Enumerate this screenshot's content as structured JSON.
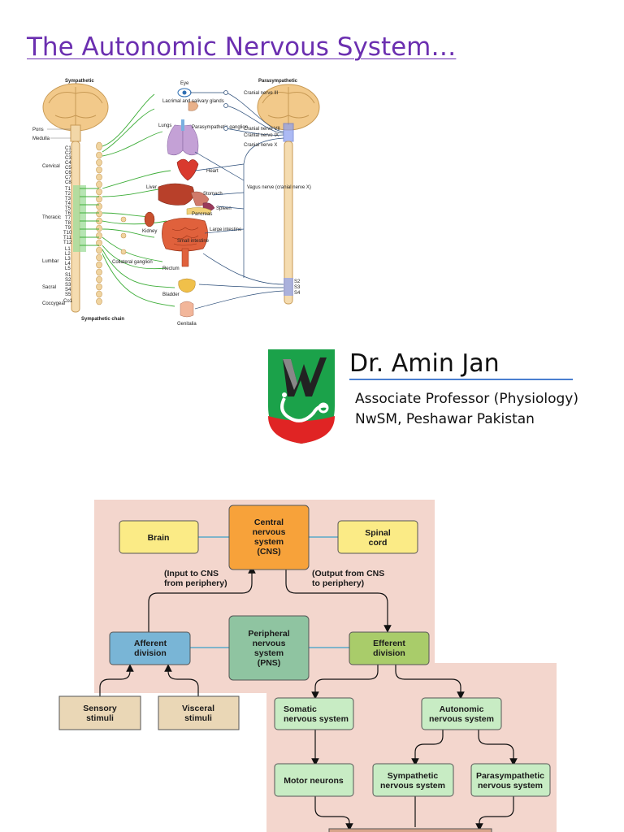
{
  "page": {
    "title": "The Autonomic Nervous System…"
  },
  "author": {
    "name": "Dr. Amin Jan",
    "role": "Associate Professor (Physiology)",
    "org": "NwSM, Peshawar Pakistan"
  },
  "anatomy": {
    "sympathetic": "Sympathetic",
    "parasympathetic": "Parasympathetic",
    "pons": "Pons",
    "medulla": "Medulla",
    "regions": [
      "Cervical",
      "Thoracic",
      "Lumbar",
      "Sacral",
      "Coccygeal"
    ],
    "segments": [
      "C1",
      "C2",
      "C3",
      "C4",
      "C5",
      "C6",
      "C7",
      "C8",
      "T1",
      "T2",
      "T3",
      "T4",
      "T5",
      "T6",
      "T7",
      "T8",
      "T9",
      "T10",
      "T11",
      "T12",
      "L1",
      "L2",
      "L3",
      "L4",
      "L5",
      "S1",
      "S2",
      "S3",
      "S4",
      "S5",
      "Co1"
    ],
    "organs": [
      "Eye",
      "Lacrimal and salivary glands",
      "Lungs",
      "Heart",
      "Liver",
      "Stomach",
      "Pancreas",
      "Spleen",
      "Kidney",
      "Large intestine",
      "Small intestine",
      "Rectum",
      "Bladder",
      "Genitalia"
    ],
    "parasym_ganglion": "Parasympathetic ganglion",
    "collateral_ganglion": "Collateral ganglion",
    "sympathetic_chain": "Sympathetic chain",
    "cranial_nerves": [
      "Cranial nerve III",
      "Cranial nerve VII",
      "Cranial nerve IX",
      "Cranial nerve X"
    ],
    "vagus": "Vagus nerve (cranial nerve X)",
    "sacral": [
      "S2",
      "S3",
      "S4"
    ]
  },
  "flowchart": {
    "cns": [
      "Central",
      "nervous",
      "system",
      "(CNS)"
    ],
    "brain": "Brain",
    "spinal": [
      "Spinal",
      "cord"
    ],
    "input": [
      "(Input to CNS",
      "from periphery)"
    ],
    "output": [
      "(Output from CNS",
      "to periphery)"
    ],
    "afferent": [
      "Afferent",
      "division"
    ],
    "pns": [
      "Peripheral",
      "nervous",
      "system",
      "(PNS)"
    ],
    "efferent": [
      "Efferent",
      "division"
    ],
    "sensory": [
      "Sensory",
      "stimuli"
    ],
    "visceral": [
      "Visceral",
      "stimuli"
    ],
    "somatic": [
      "Somatic",
      "nervous system"
    ],
    "autonomic": [
      "Autonomic",
      "nervous system"
    ],
    "motor": "Motor neurons",
    "sympathetic": [
      "Sympathetic",
      "nervous system"
    ],
    "parasympathetic": [
      "Parasympathetic",
      "nervous system"
    ]
  },
  "colors": {
    "cns": "#f7a23a",
    "yellow": "#fbeb86",
    "afferent": "#79b5d6",
    "pns": "#8fc4a1",
    "efferent": "#a9cc6a",
    "green_light": "#c8ecc4",
    "tan": "#ead7b6",
    "panel": "#f3d6cd"
  }
}
